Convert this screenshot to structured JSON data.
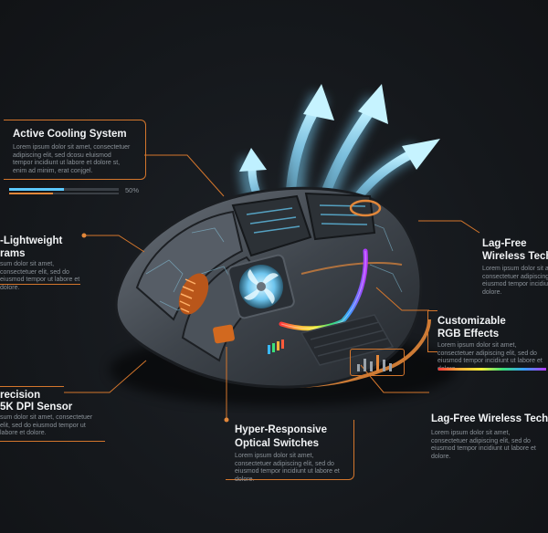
{
  "callouts": {
    "cooling": {
      "title": "Active Cooling System",
      "body": "Lorem ipsum dolor sit amet, consectetuer adipiscing elit, sed dcosu eluismod tempor incidiunt ut labore et dolore st, enim ad minim, erat conjgel.",
      "progress_label": "50%",
      "progress": 0.5
    },
    "lightweight": {
      "title_line1": "-Lightweight",
      "title_line2": "rams",
      "body": "sum dolor sit amet, consectetuer elit, sed do eiusmod tempor ut labore et dolore."
    },
    "dpi": {
      "title_line1": "recision",
      "title_line2": "5K DPI Sensor",
      "body": "sum dolor sit amet, consectetuer elit, sed do eiusmod tempor ut labore et dolore."
    },
    "switches": {
      "title_line1": "Hyper-Responsive",
      "title_line2": "Optical Switches",
      "body": "Lorem ipsum dolor sit amet, consectetuer adipiscing elit, sed do eiusmod tempor incidiunt ut labore et dolore."
    },
    "wireless_top": {
      "title_line1": "Lag-Free",
      "title_line2": "Wireless Tech",
      "body": "Lorem ipsum dolor sit amet, consectetuer adipiscing elit, sed do eiusmod tempor incidiunt ut labore et dolore."
    },
    "rgb": {
      "title_line1": "Customizable",
      "title_line2": "RGB Effects",
      "body": "Lorem ipsum dolor sit amet, consectetuer adipiscing elit, sed do eiusmod tempor incidiunt ut labore et dolore.",
      "bars": [
        0.45,
        0.8,
        0.6,
        1.0,
        0.7,
        0.5
      ]
    },
    "wireless_bottom": {
      "title": "Lag-Free Wireless Tech",
      "body": "Lorem ipsum dolor sit amet, consectetuer adipiscing elit, sed do eiusmod tempor incidiunt ut labore et dolore."
    }
  },
  "colors": {
    "accent": "#e2873a",
    "cool": "#7fd8ff",
    "background": "#15181c"
  }
}
